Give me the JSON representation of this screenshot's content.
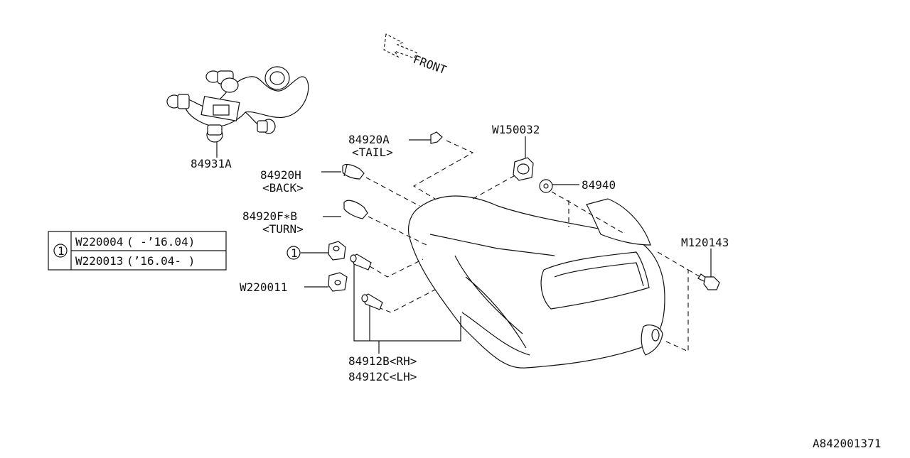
{
  "front_label": "FRONT",
  "parts": {
    "harness": "84931A",
    "bulb_tail": "84920A",
    "bulb_tail_note": "<TAIL>",
    "bulb_back": "84920H",
    "bulb_back_note": "<BACK>",
    "bulb_turn": "84920F∗B",
    "bulb_turn_note": "<TURN>",
    "grommet": "W150032",
    "washer": "84940",
    "bolt": "M120143",
    "clip": "W220011",
    "screw_rh": "84912B<RH>",
    "screw_lh": "84912C<LH>"
  },
  "legend": {
    "ref": "1",
    "rows": [
      {
        "part": "W220004",
        "range": "( -’16.04)"
      },
      {
        "part": "W220013",
        "range": "(’16.04- )"
      }
    ]
  },
  "callout_ref": "1",
  "diagram_id": "A842001371"
}
